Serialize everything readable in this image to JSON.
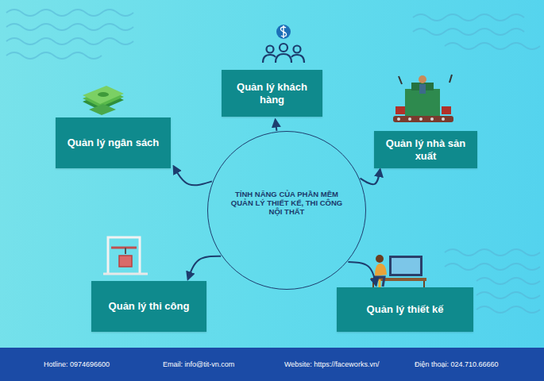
{
  "diagram": {
    "nodes": [
      {
        "text": [
          "Quản lý khách hàng"
        ]
      },
      {
        "text": [
          "Quản lý ngân sách"
        ]
      },
      {
        "text": [
          "Quản lý nhà sản xuất"
        ]
      },
      {
        "text": [
          "TÍNH NĂNG CỦA PHẦN MỀM QUẢN LÝ THIẾT KẾ, THI CÔNG NỘI THẤT"
        ]
      },
      {
        "text": [
          "Quản lý thi công"
        ]
      },
      {
        "text": [
          "Quản lý thiết kế"
        ]
      },
      {
        "text": [
          "Hotline: 0974696600",
          "Email: info@tit-vn.com",
          "Website: https://faceworks.vn/",
          "Điện thoại: 024.710.66660"
        ]
      }
    ],
    "edges": [
      {
        "from": 3,
        "to": 0,
        "arrow": "to"
      },
      {
        "from": 3,
        "to": 1,
        "arrow": "to"
      },
      {
        "from": 3,
        "to": 2,
        "arrow": "to"
      },
      {
        "from": 3,
        "to": 4,
        "arrow": "to"
      },
      {
        "from": 3,
        "to": 5,
        "arrow": "to"
      }
    ]
  }
}
